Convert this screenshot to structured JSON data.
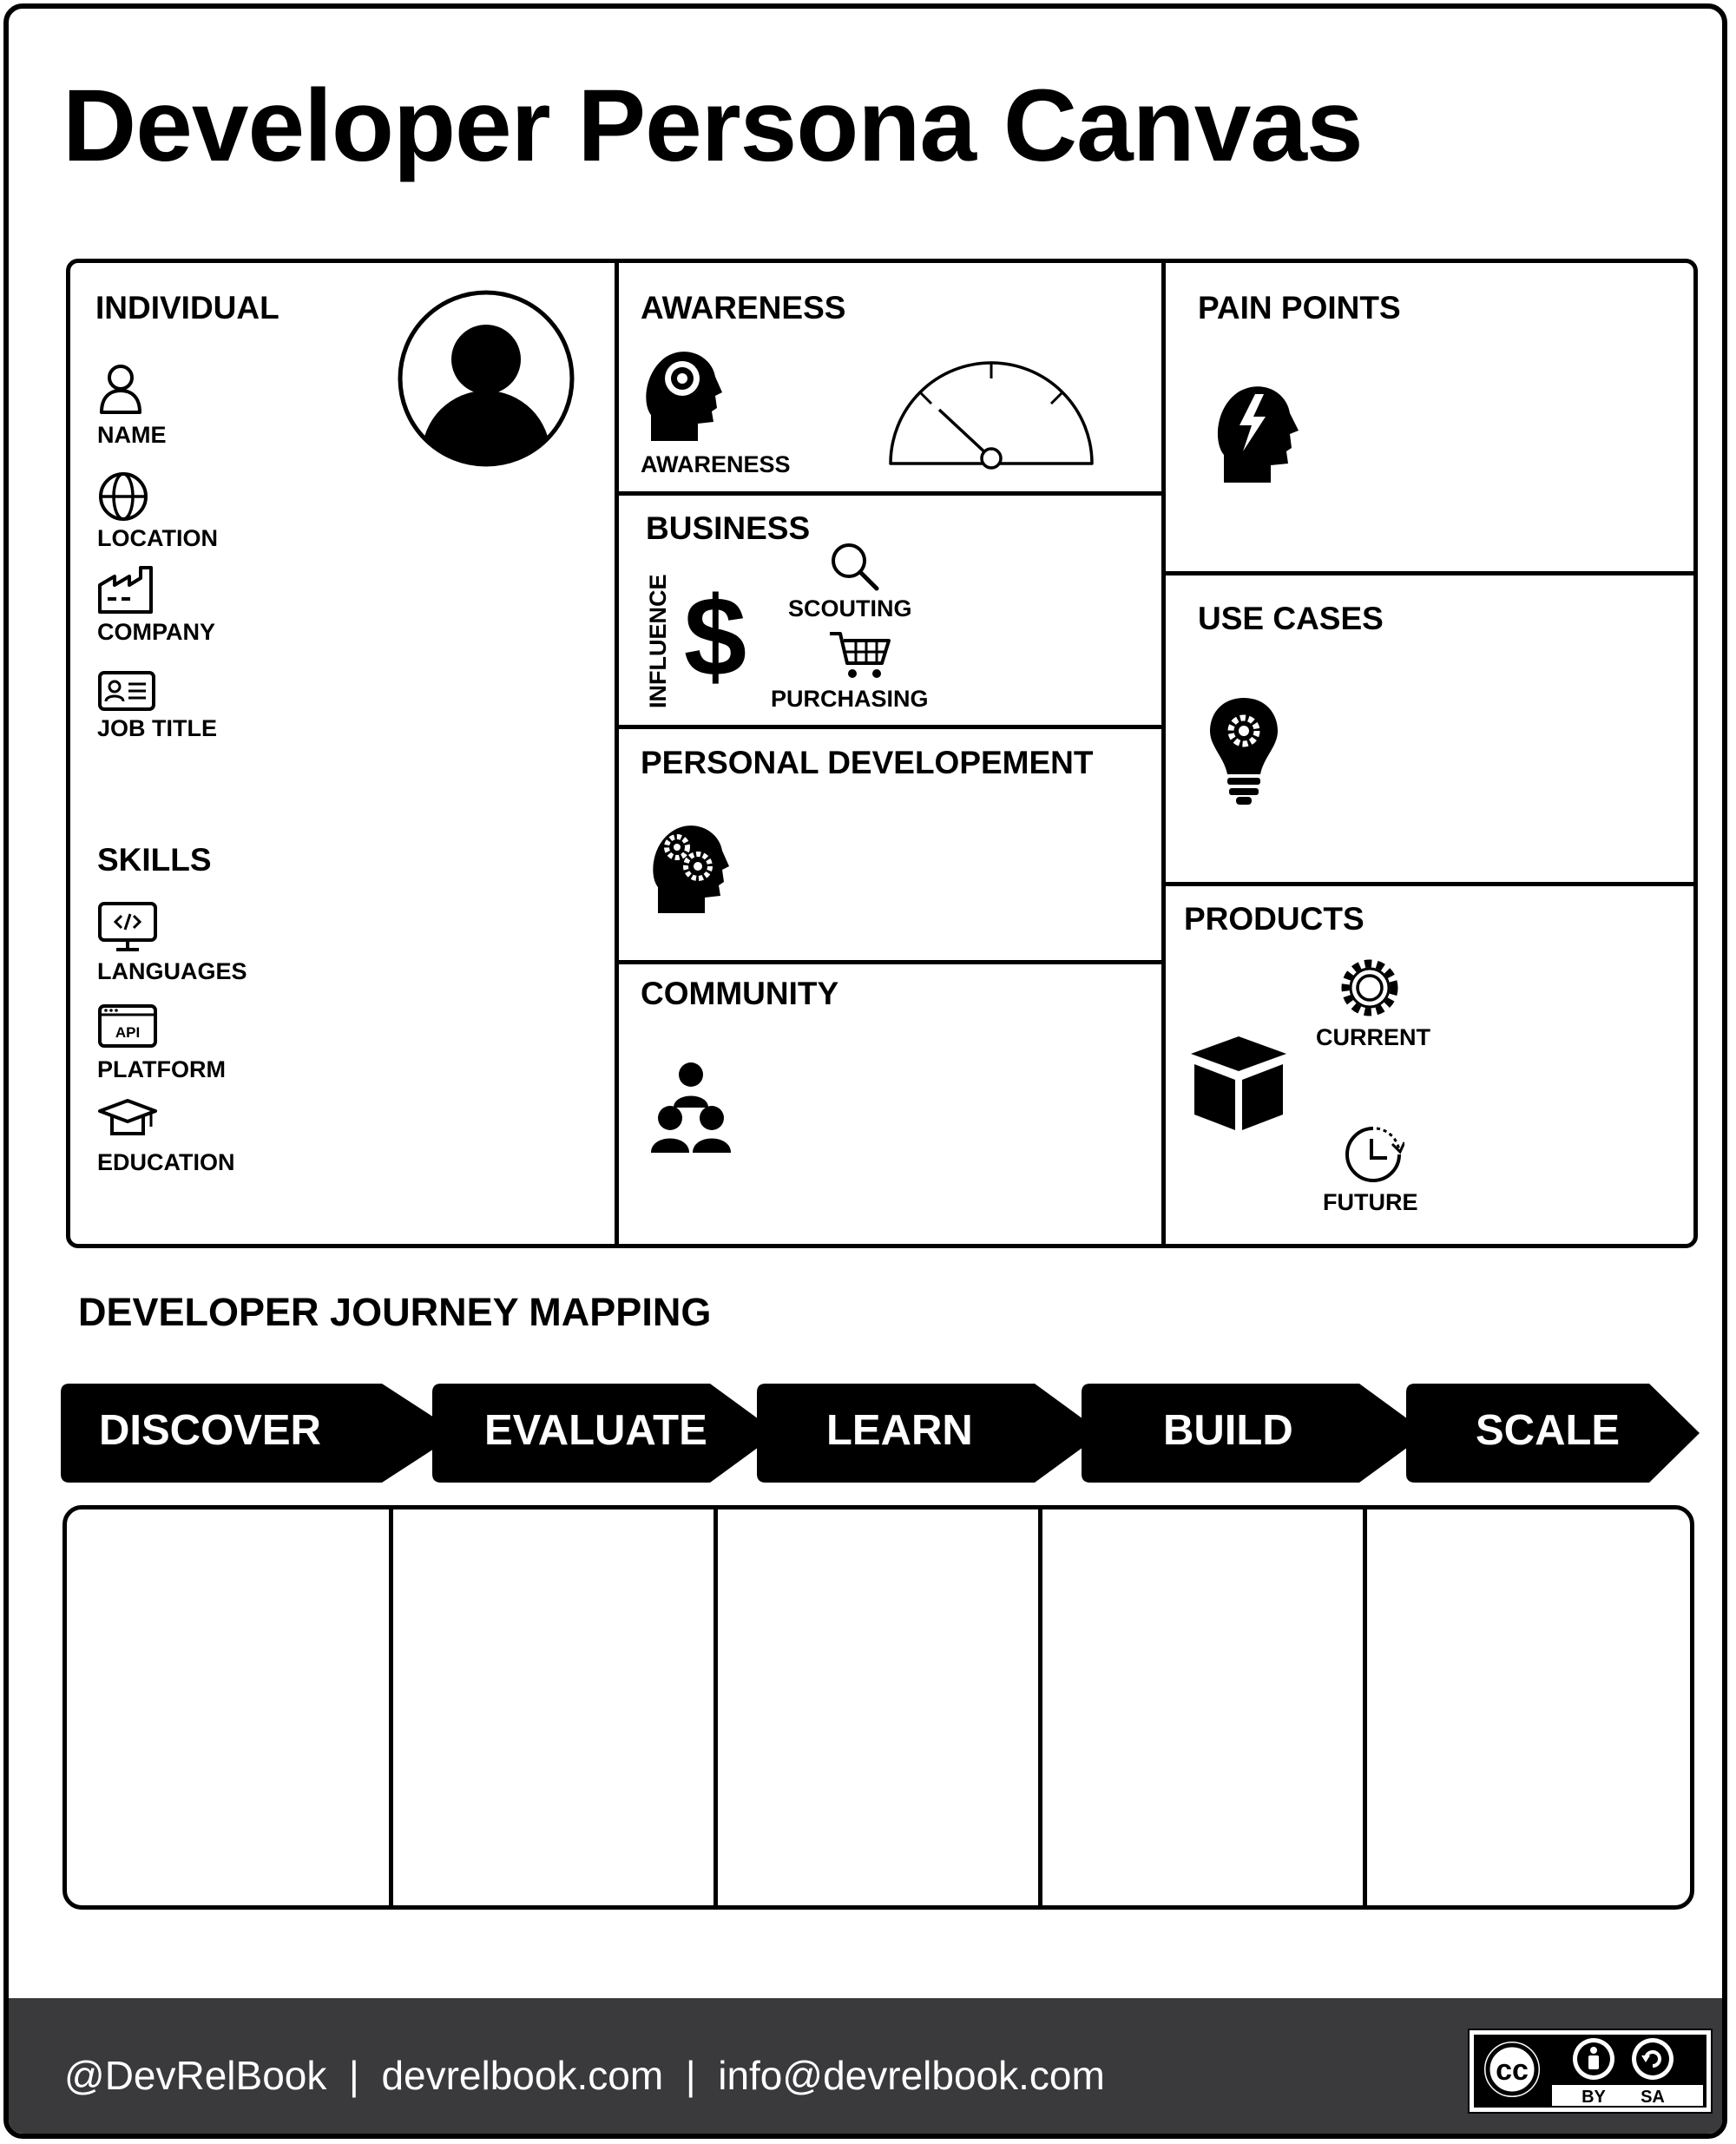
{
  "title": "Developer Persona Canvas",
  "individual": {
    "heading": "INDIVIDUAL",
    "fields": [
      "NAME",
      "LOCATION",
      "COMPANY",
      "JOB TITLE"
    ],
    "skills_heading": "SKILLS",
    "skills": [
      "LANGUAGES",
      "PLATFORM",
      "EDUCATION"
    ]
  },
  "awareness": {
    "heading": "AWARENESS",
    "icon_label": "AWARENESS"
  },
  "business": {
    "heading": "BUSINESS",
    "influence": "INFLUENCE",
    "scouting": "SCOUTING",
    "purchasing": "PURCHASING",
    "api_label": "API"
  },
  "personal_development": {
    "heading": "PERSONAL DEVELOPEMENT"
  },
  "community": {
    "heading": "COMMUNITY"
  },
  "pain_points": {
    "heading": "PAIN POINTS"
  },
  "use_cases": {
    "heading": "USE CASES"
  },
  "products": {
    "heading": "PRODUCTS",
    "current": "CURRENT",
    "future": "FUTURE"
  },
  "journey": {
    "heading": "DEVELOPER JOURNEY MAPPING",
    "stages": [
      "DISCOVER",
      "EVALUATE",
      "LEARN",
      "BUILD",
      "SCALE"
    ]
  },
  "footer": {
    "contact": "@DevRelBook  |  devrelbook.com  |  info@devrelbook.com",
    "license_by": "BY",
    "license_sa": "SA",
    "license_cc": "cc"
  }
}
